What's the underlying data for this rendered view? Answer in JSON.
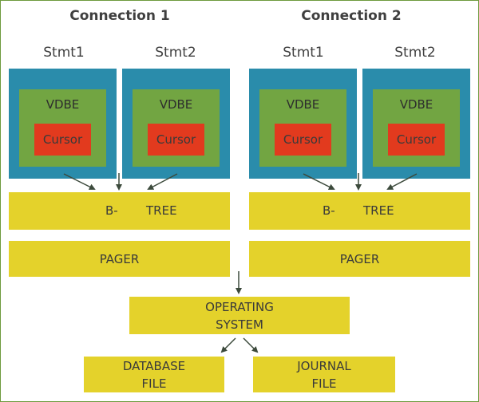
{
  "connections": [
    {
      "title": "Connection 1",
      "statements": [
        {
          "label": "Stmt1",
          "vdbe": "VDBE",
          "cursor": "Cursor"
        },
        {
          "label": "Stmt2",
          "vdbe": "VDBE",
          "cursor": "Cursor"
        }
      ],
      "btree": {
        "left": "B-",
        "right": "TREE"
      },
      "pager": "PAGER"
    },
    {
      "title": "Connection 2",
      "statements": [
        {
          "label": "Stmt1",
          "vdbe": "VDBE",
          "cursor": "Cursor"
        },
        {
          "label": "Stmt2",
          "vdbe": "VDBE",
          "cursor": "Cursor"
        }
      ],
      "btree": {
        "left": "B-",
        "right": "TREE"
      },
      "pager": "PAGER"
    }
  ],
  "os": {
    "line1": "OPERATING",
    "line2": "SYSTEM"
  },
  "database_file": {
    "line1": "DATABASE",
    "line2": "FILE"
  },
  "journal_file": {
    "line1": "JOURNAL",
    "line2": "FILE"
  },
  "colors": {
    "statement_box": "#2a8cab",
    "vdbe_box": "#72a542",
    "cursor_box": "#e23a1e",
    "layer_box": "#e4d22b",
    "arrow": "#3c4a3c"
  }
}
